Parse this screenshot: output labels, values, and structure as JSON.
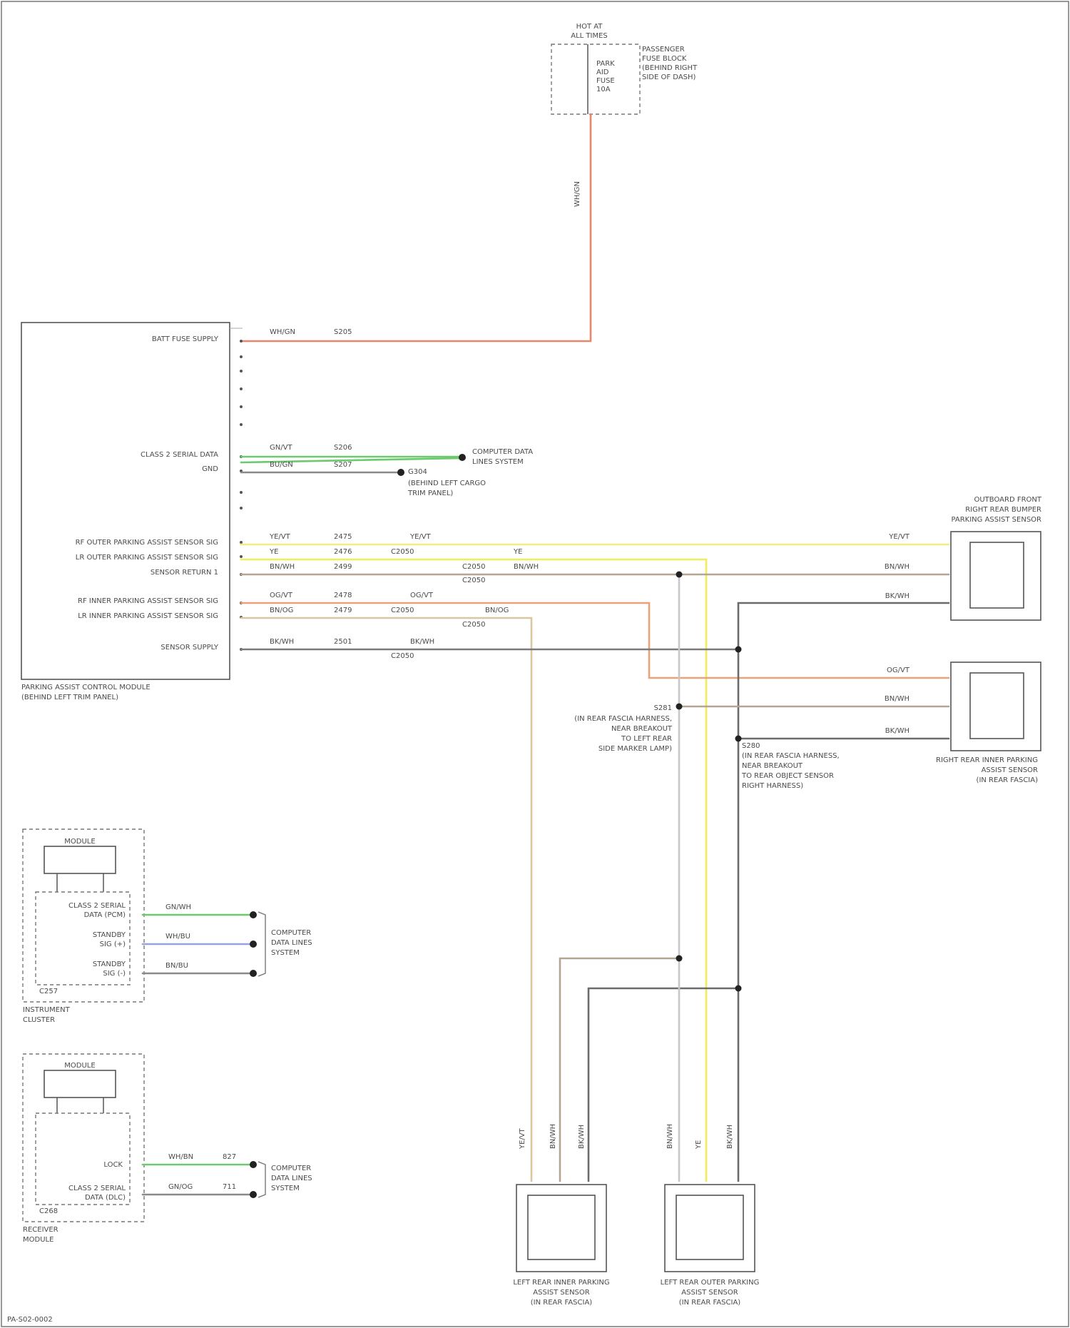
{
  "labels": {
    "fuse_top": "HOT AT",
    "fuse_top2": "ALL TIMES",
    "fuse_desc1": "PASSENGER",
    "fuse_desc2": "FUSE BLOCK",
    "fuse_desc3": "(BEHIND RIGHT",
    "fuse_desc4": "SIDE OF DASH)",
    "fuse_inner1": "PARK",
    "fuse_inner2": "AID",
    "fuse_inner3": "FUSE",
    "fuse_inner4": "10A",
    "fuse_wire_color": "WH/GN",
    "psm_batt": "BATT FUSE SUPPLY",
    "psm_batt_color": "WH/GN",
    "psm_batt_ckt": "S205",
    "psm_can": "CLASS 2 SERIAL DATA",
    "psm_can_c1": "GN/VT",
    "psm_can_c2": "BU/GN",
    "psm_can_k1": "S206",
    "psm_can_k2": "S207",
    "psm_gnd": "GND",
    "can_dest1": "COMPUTER DATA",
    "can_dest2": "LINES SYSTEM",
    "gnd_dest1": "G304",
    "gnd_dest2": "(BEHIND LEFT CARGO",
    "gnd_dest3": "TRIM PANEL)",
    "ps1": "RF OUTER PARKING ASSIST SENSOR SIG",
    "ps2": "LR OUTER PARKING ASSIST SENSOR SIG",
    "ps3": "SENSOR RETURN 1",
    "ps4": "RF INNER PARKING ASSIST SENSOR SIG",
    "ps5": "LR INNER PARKING ASSIST SENSOR SIG",
    "ps6": "SENSOR SUPPLY",
    "psm_name1": "PARKING ASSIST CONTROL MODULE",
    "psm_name2": "(BEHIND LEFT TRIM PANEL)",
    "w1_color": "YE/VT",
    "w1_ckt": "2475",
    "w1_color_b": "YE/VT",
    "w2_color": "YE",
    "w2_ckt": "2476",
    "w2_color_b": "YE",
    "w3_color": "BN/WH",
    "w3_ckt": "2499",
    "w3_color_b": "BN/WH",
    "w4_color": "OG/VT",
    "w4_ckt": "2478",
    "w4_color_b": "OG/VT",
    "w5_color": "BN/OG",
    "w5_ckt": "2479",
    "w5_color_b": "BN/OG",
    "w6_color": "BK/WH",
    "w6_ckt": "2501",
    "w6_color_b": "BK/WH",
    "conn_c1": "C2050",
    "conn_c2": "C2050",
    "conn_c3": "C2050",
    "conn_c4": "C2050",
    "conn_c5": "C2050",
    "conn_c6": "C2050",
    "rf_out_name1": "OUTBOARD FRONT",
    "rf_out_name2": "RIGHT REAR BUMPER",
    "rf_out_name3": "PARKING ASSIST SENSOR",
    "rf_out_w1": "YE/VT",
    "rf_out_w2": "BN/WH",
    "rf_out_w3": "BK/WH",
    "rf_in_w1": "OG/VT",
    "rf_in_w2": "BN/WH",
    "rf_in_w3": "BK/WH",
    "rf_in_name1": "RIGHT REAR INNER PARKING",
    "rf_in_name2": "ASSIST SENSOR",
    "rf_in_name3": "(IN REAR FASCIA)",
    "splice1": "S281",
    "splice1_d1": "(IN REAR FASCIA HARNESS,",
    "splice1_d2": "NEAR BREAKOUT",
    "splice1_d3": "TO LEFT REAR",
    "splice1_d4": "SIDE MARKER LAMP)",
    "splice2": "S280",
    "splice2_d1": "(IN REAR FASCIA HARNESS,",
    "splice2_d2": "NEAR BREAKOUT",
    "splice2_d3": "TO REAR OBJECT SENSOR",
    "splice2_d4": "RIGHT HARNESS)",
    "ic_box": "MODULE",
    "ic_pin1": "CLASS 2 SERIAL",
    "ic_pin1b": "DATA (PCM)",
    "ic_pin2": "STANDBY",
    "ic_pin2b": "SIG (+)",
    "ic_pin3": "STANDBY",
    "ic_pin3b": "SIG (-)",
    "ic_conn": "C257",
    "ic_name1": "INSTRUMENT",
    "ic_name2": "CLUSTER",
    "ic_w1": "GN/WH",
    "ic_w2": "WH/BU",
    "ic_w3": "BN/BU",
    "ic_dest1": "COMPUTER",
    "ic_dest2": "DATA LINES",
    "ic_dest3": "SYSTEM",
    "rm_box": "MODULE",
    "rm_pin1": "LOCK",
    "rm_pin2": "CLASS 2 SERIAL",
    "rm_pin2b": "DATA (DLC)",
    "rm_conn": "C268",
    "rm_name1": "RECEIVER",
    "rm_name2": "MODULE",
    "rm_w1": "WH/BN",
    "rm_w1c": "827",
    "rm_w2": "GN/OG",
    "rm_w2c": "711",
    "rm_dest1": "COMPUTER",
    "rm_dest2": "DATA LINES",
    "rm_dest3": "SYSTEM",
    "lo_w1": "YE/VT",
    "lo_w2": "BN/WH",
    "lo_w3": "BK/WH",
    "lo_name1": "LEFT REAR INNER PARKING",
    "lo_name2": "ASSIST SENSOR",
    "lo_name3": "(IN REAR FASCIA)",
    "li_w1": "BN/WH",
    "li_w2": "YE",
    "li_w3": "BK/WH",
    "li_name1": "LEFT REAR OUTER PARKING",
    "li_name2": "ASSIST SENSOR",
    "li_name3": "(IN REAR FASCIA)",
    "footer": "PA-S02-0002"
  },
  "colors": {
    "red": "#e9856a",
    "green": "#6cc96c",
    "gray": "#8a8a8a",
    "yellow": "#f2ee7a",
    "yellow2": "#f0ec5a",
    "brown": "#b4a592",
    "orange": "#eba27a",
    "dark": "#6b6b6b",
    "ltgray": "#c8c8c8",
    "blue": "#9aa2dc"
  }
}
